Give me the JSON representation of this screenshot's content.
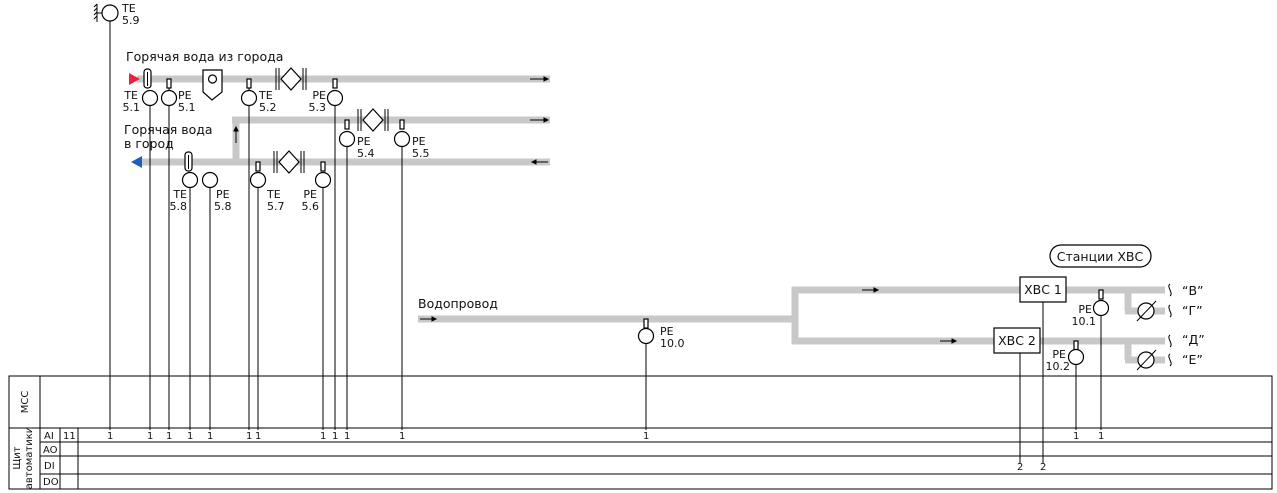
{
  "titles": {
    "hot_from_city": "Горячая вода из города",
    "hot_to_city_1": "Горячая вода",
    "hot_to_city_2": "в город",
    "water_supply": "Водопровод",
    "stations": "Станции ХВС"
  },
  "stations": {
    "xvs1": "ХВС 1",
    "xvs2": "ХВС 2"
  },
  "outputs": [
    "“В”",
    "“Г”",
    "“Д”",
    "“Е”"
  ],
  "instruments": [
    {
      "id": "te59",
      "type": "TE",
      "num": "5.9"
    },
    {
      "id": "te51",
      "type": "TE",
      "num": "5.1"
    },
    {
      "id": "pe51",
      "type": "PE",
      "num": "5.1"
    },
    {
      "id": "te52",
      "type": "TE",
      "num": "5.2"
    },
    {
      "id": "pe53",
      "type": "PE",
      "num": "5.3"
    },
    {
      "id": "pe54",
      "type": "PE",
      "num": "5.4"
    },
    {
      "id": "pe55",
      "type": "PE",
      "num": "5.5"
    },
    {
      "id": "te58",
      "type": "TE",
      "num": "5.8"
    },
    {
      "id": "pe58",
      "type": "PE",
      "num": "5.8"
    },
    {
      "id": "te57",
      "type": "TE",
      "num": "5.7"
    },
    {
      "id": "pe56",
      "type": "PE",
      "num": "5.6"
    },
    {
      "id": "pe100",
      "type": "PE",
      "num": "10.0"
    },
    {
      "id": "pe101",
      "type": "PE",
      "num": "10.1"
    },
    {
      "id": "pe102",
      "type": "PE",
      "num": "10.2"
    }
  ],
  "table": {
    "mcc_label": "MCC",
    "panel_label_1": "Щит",
    "panel_label_2": "автоматики",
    "rows": [
      "AI",
      "AO",
      "DI",
      "DO"
    ],
    "ai_total": "11",
    "ai_marks": [
      "1",
      "1",
      "1",
      "1",
      "1",
      "1",
      "1",
      "1",
      "1",
      "1",
      "1",
      "1",
      "1",
      "1"
    ],
    "di_marks": [
      "2",
      "2"
    ]
  },
  "colors": {
    "pipe": "#c8c8c8",
    "supply_arrow": "#e8243a",
    "return_arrow": "#1f5fbf"
  }
}
